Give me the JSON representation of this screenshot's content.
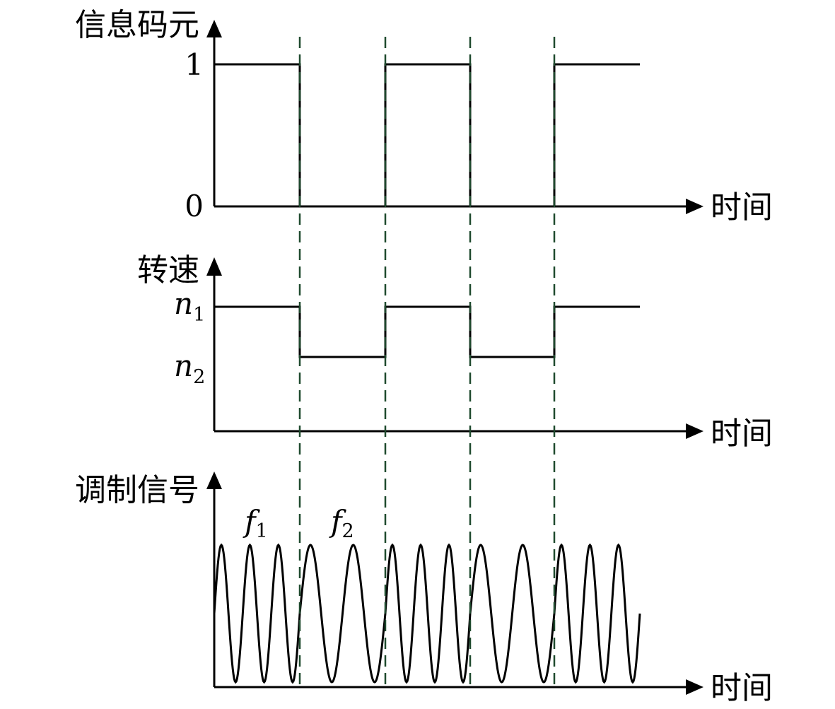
{
  "panels": {
    "bits": {
      "ylabel": "信息码元",
      "xlabel": "时间",
      "tick_high": "1",
      "tick_low": "0",
      "sequence": [
        1,
        0,
        1,
        0,
        1
      ]
    },
    "speed": {
      "ylabel": "转速",
      "xlabel": "时间",
      "high": {
        "base": "n",
        "sub": "1"
      },
      "low": {
        "base": "n",
        "sub": "2"
      }
    },
    "signal": {
      "ylabel": "调制信号",
      "xlabel": "时间",
      "f1": {
        "base": "f",
        "sub": "1"
      },
      "f2": {
        "base": "f",
        "sub": "2"
      },
      "cycles_per_segment": [
        3,
        2,
        3,
        2,
        3
      ]
    }
  },
  "colors": {
    "line": "#000000",
    "boundary": "#1f4a2e"
  }
}
